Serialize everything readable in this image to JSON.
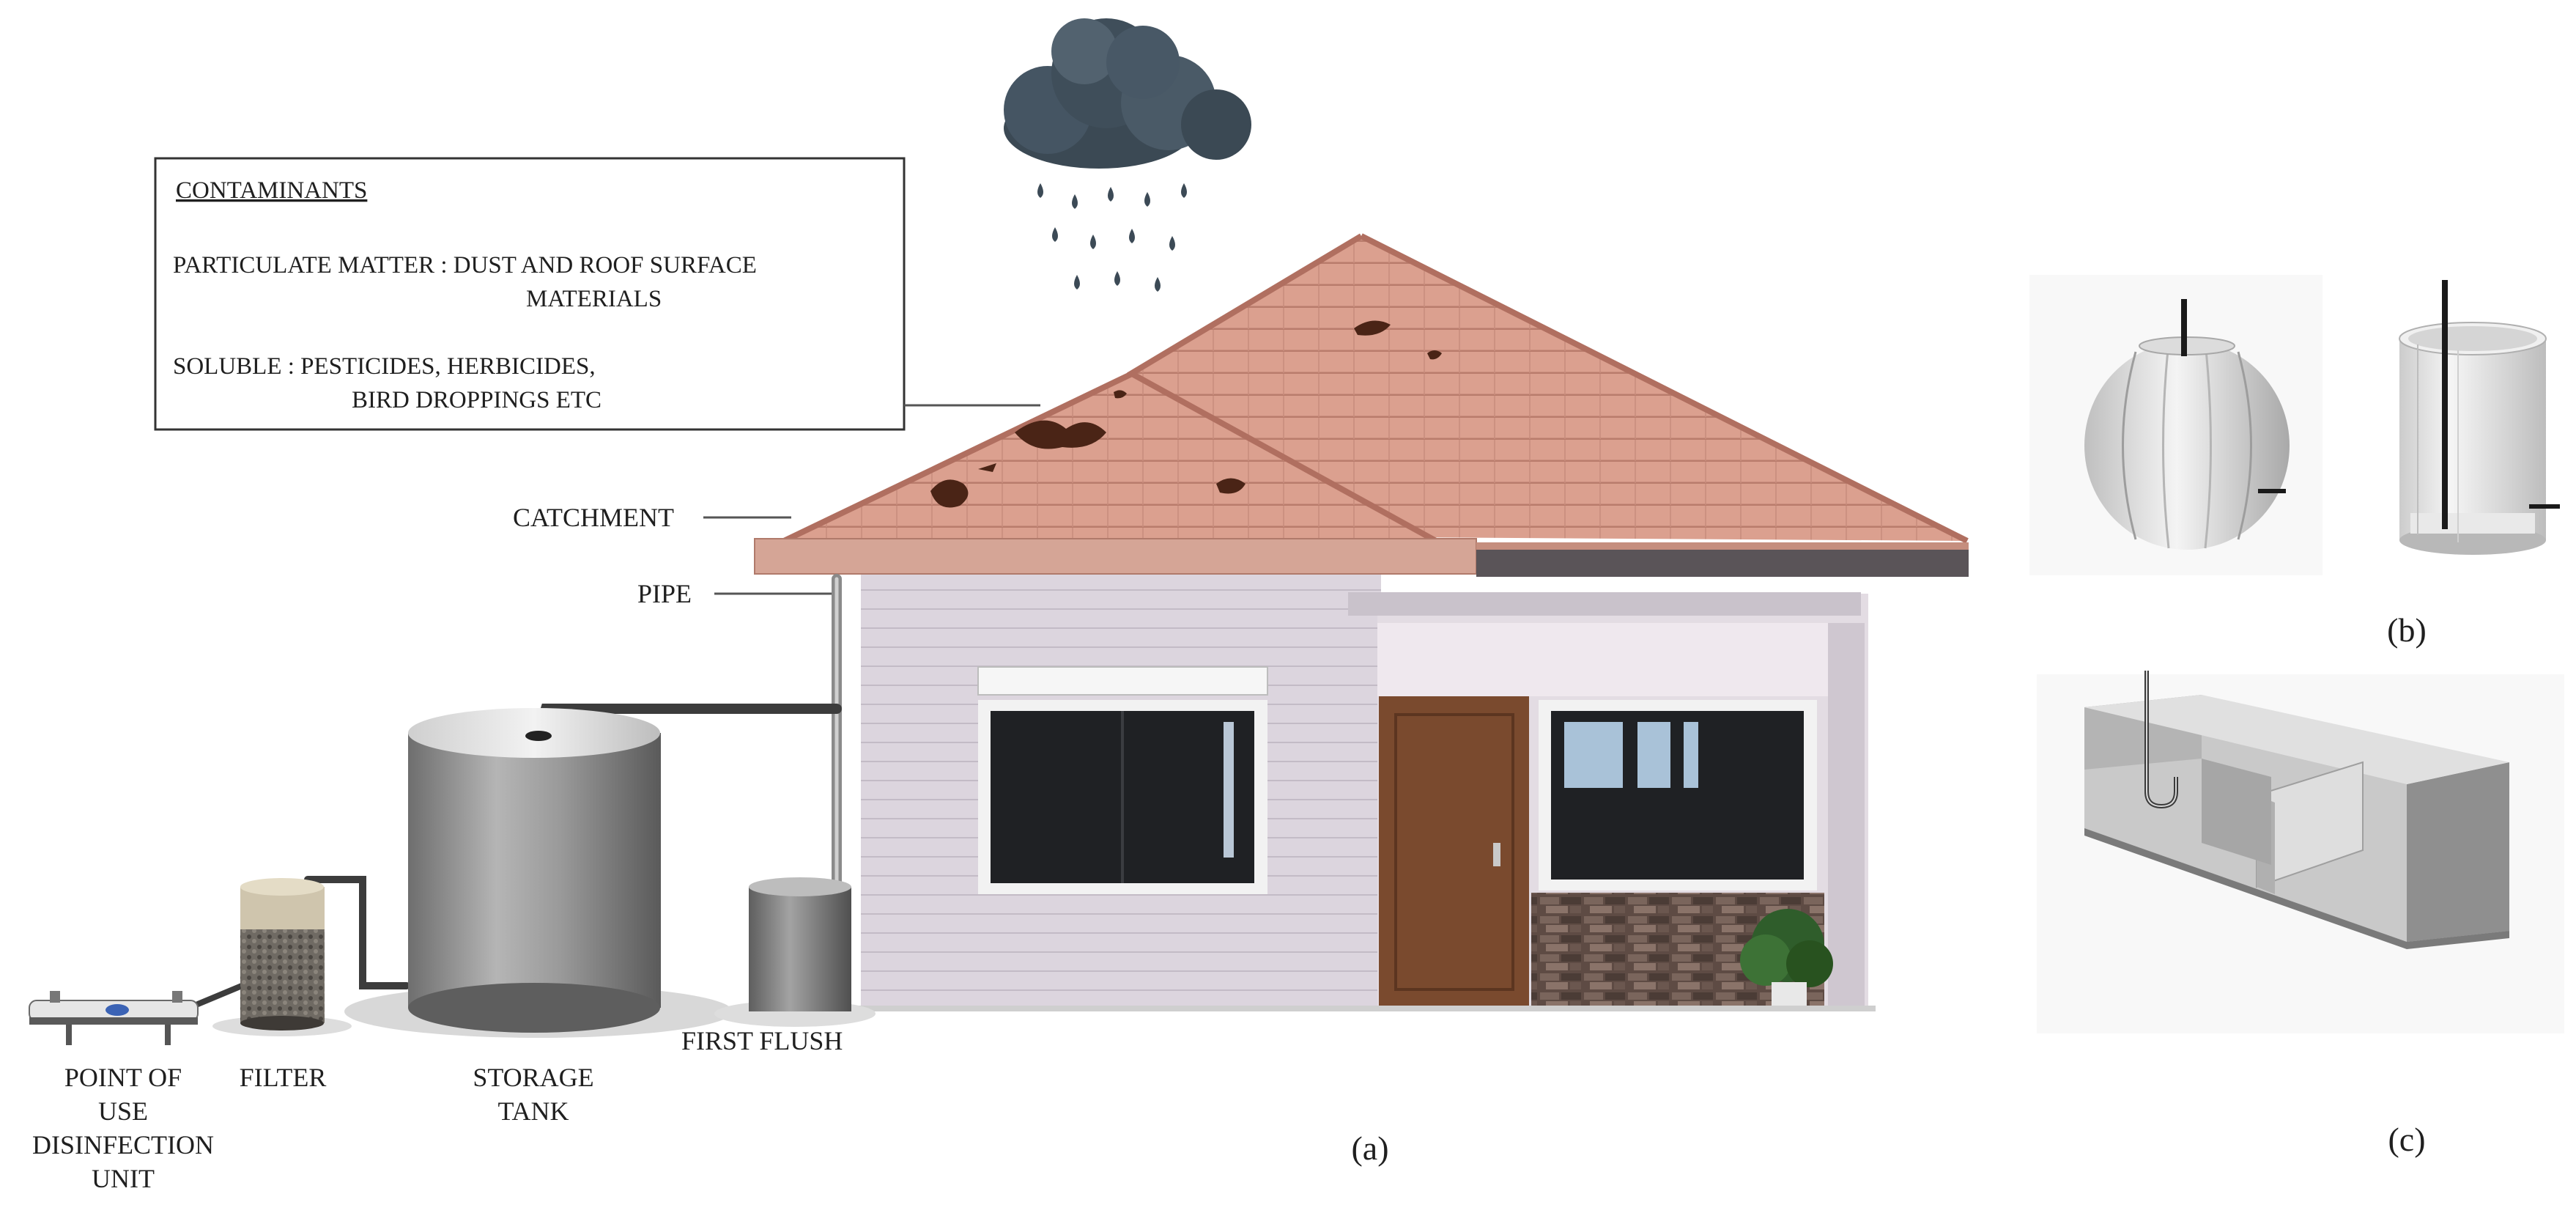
{
  "contaminants_box": {
    "heading": "CONTAMINANTS",
    "particulate_line1": "PARTICULATE MATTER : DUST AND ROOF SURFACE",
    "particulate_line2": "MATERIALS",
    "soluble_line1": "SOLUBLE : PESTICIDES, HERBICIDES,",
    "soluble_line2": "BIRD DROPPINGS ETC"
  },
  "labels": {
    "catchment": "CATCHMENT",
    "pipe": "PIPE",
    "first_flush": "FIRST FLUSH",
    "storage_tank_1": "STORAGE",
    "storage_tank_2": "TANK",
    "filter": "FILTER",
    "pou_1": "POINT OF",
    "pou_2": "USE",
    "pou_3": "DISINFECTION",
    "pou_4": "UNIT"
  },
  "panels": {
    "a": "(a)",
    "b": "(b)",
    "c": "(c)"
  },
  "colors": {
    "roof": "#d99d8c",
    "roof_line": "#b87a6b",
    "wall": "#ddd7df",
    "tank": "#8c8c8c",
    "cloud": "#3f4e5a",
    "rain": "#3c4a56",
    "door": "#7a4a2e",
    "window": "#1f2124"
  }
}
